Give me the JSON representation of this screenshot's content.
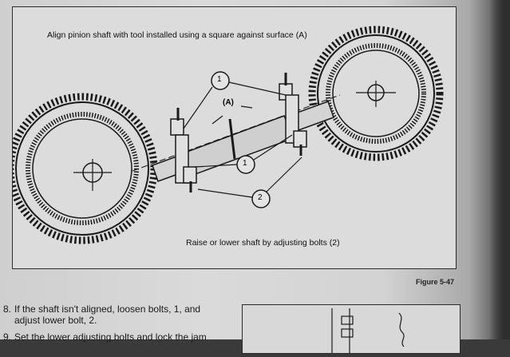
{
  "figure": {
    "caption_top": "Align pinion shaft with tool installed using a square against surface (A)",
    "caption_bottom": "Raise or lower shaft by adjusting bolts (2)",
    "label_A": "(A)",
    "callout_1": "1",
    "callout_1b": "1",
    "callout_2": "2",
    "figure_number": "Figure 5-47"
  },
  "steps": {
    "step8_num": "8.",
    "step8_line1": "If the shaft isn't aligned, loosen bolts, 1, and",
    "step8_line2": "adjust lower bolt, 2.",
    "step9_num": "9.",
    "step9_line1": "Set the lower adjusting bolts and lock the jam"
  }
}
